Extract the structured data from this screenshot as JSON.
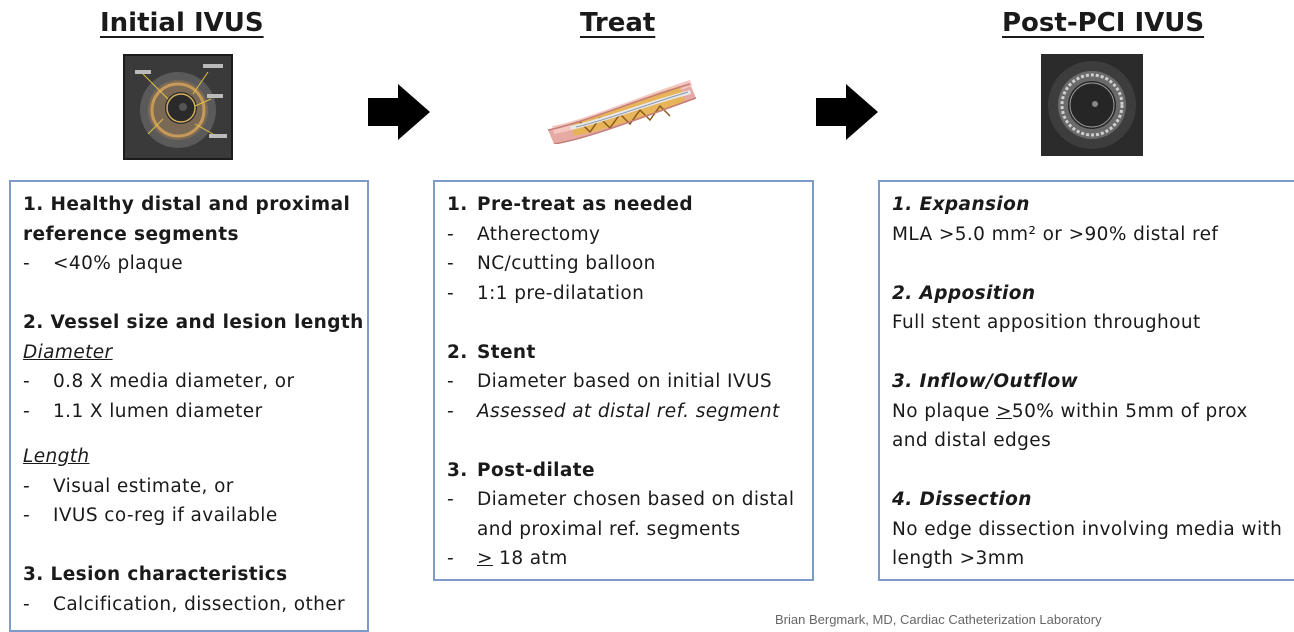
{
  "columns": {
    "initial": {
      "title": "Initial IVUS",
      "lines": {
        "s1_title_a": "1. Healthy distal and proximal",
        "s1_title_b": "reference segments",
        "s1_b1": "<40% plaque",
        "s2_title": "2. Vessel size and lesion length",
        "diameter_label": "Diameter",
        "d1": "0.8 X media diameter, or",
        "d2": "1.1 X lumen diameter",
        "length_label": "Length",
        "l1": "Visual estimate, or",
        "l2": "IVUS co-reg if available",
        "s3_title": "3. Lesion characteristics",
        "s3_b1": "Calcification, dissection, other"
      }
    },
    "treat": {
      "title": "Treat",
      "lines": {
        "s1_num": "1.",
        "s1_title": "Pre-treat as needed",
        "s1_b1": "Atherectomy",
        "s1_b2": "NC/cutting balloon",
        "s1_b3": "1:1 pre-dilatation",
        "s2_num": "2.",
        "s2_title": "Stent",
        "s2_b1": "Diameter based on initial IVUS",
        "s2_b2": "Assessed at distal ref. segment",
        "s3_num": "3.",
        "s3_title": "Post-dilate",
        "s3_b1a": "Diameter chosen based on distal",
        "s3_b1b": "and proximal ref. segments",
        "s3_b2_sym": ">",
        "s3_b2_rest": " 18 atm"
      }
    },
    "post": {
      "title": "Post-PCI IVUS",
      "lines": {
        "s1_title": "1. Expansion",
        "s1_text": "MLA >5.0 mm² or >90% distal ref",
        "s2_title": "2. Apposition",
        "s2_text": "Full stent apposition throughout",
        "s3_title": "3. Inflow/Outflow",
        "s3_text_a": "No plaque ",
        "s3_text_sym": ">",
        "s3_text_b": "50% within 5mm of prox",
        "s3_text_c": "and distal edges",
        "s4_title": "4. Dissection",
        "s4_text_a": "No edge dissection involving media with",
        "s4_text_b": "length >3mm"
      }
    }
  },
  "bullet_char": "-",
  "footer": "Brian Bergmark, MD, Cardiac Catheterization Laboratory",
  "colors": {
    "box_border": "#7d9bc9",
    "arrow": "#000000",
    "text": "#1a1a1a"
  },
  "icons": [
    "ivus-image-icon",
    "stent-balloon-icon",
    "post-pci-ivus-icon",
    "right-arrow-icon"
  ]
}
